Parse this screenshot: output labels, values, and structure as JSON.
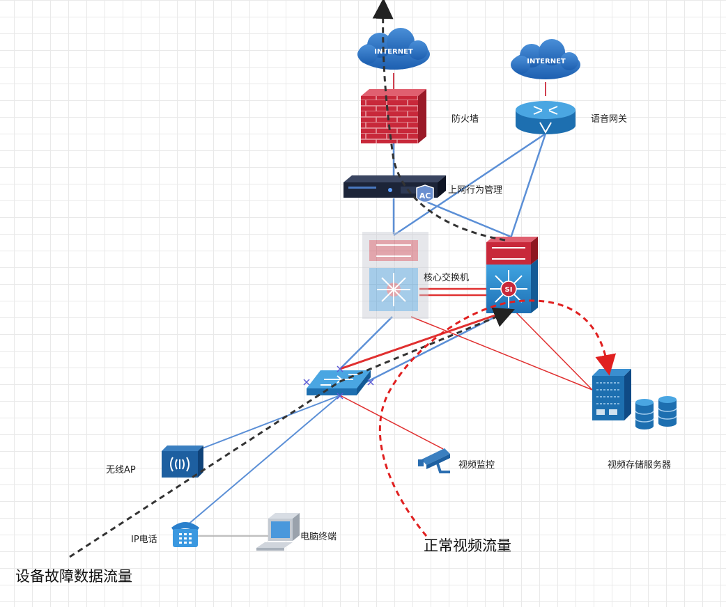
{
  "nodes": {
    "internet_left": {
      "label": "INTERNET"
    },
    "internet_right": {
      "label": "INTERNET"
    },
    "firewall": {
      "label": "防火墙"
    },
    "voice_gateway": {
      "label": "语音网关"
    },
    "behavior_mgmt": {
      "label": "上网行为管理",
      "badge": "AC"
    },
    "core_switch": {
      "label": "核心交换机",
      "badge": "SI"
    },
    "wireless_ap": {
      "label": "无线AP"
    },
    "video_monitor": {
      "label": "视频监控"
    },
    "video_storage": {
      "label": "视频存储服务器"
    },
    "ip_phone": {
      "label": "IP电话"
    },
    "pc_terminal": {
      "label": "电脑终端"
    }
  },
  "flows": {
    "fault_flow": {
      "label": "设备故障数据流量"
    },
    "normal_video_flow": {
      "label": "正常视频流量"
    }
  },
  "colors": {
    "blue_link": "#5b8fd6",
    "red_link": "#e03030",
    "fault_path": "#333333",
    "video_path": "#e02020"
  }
}
